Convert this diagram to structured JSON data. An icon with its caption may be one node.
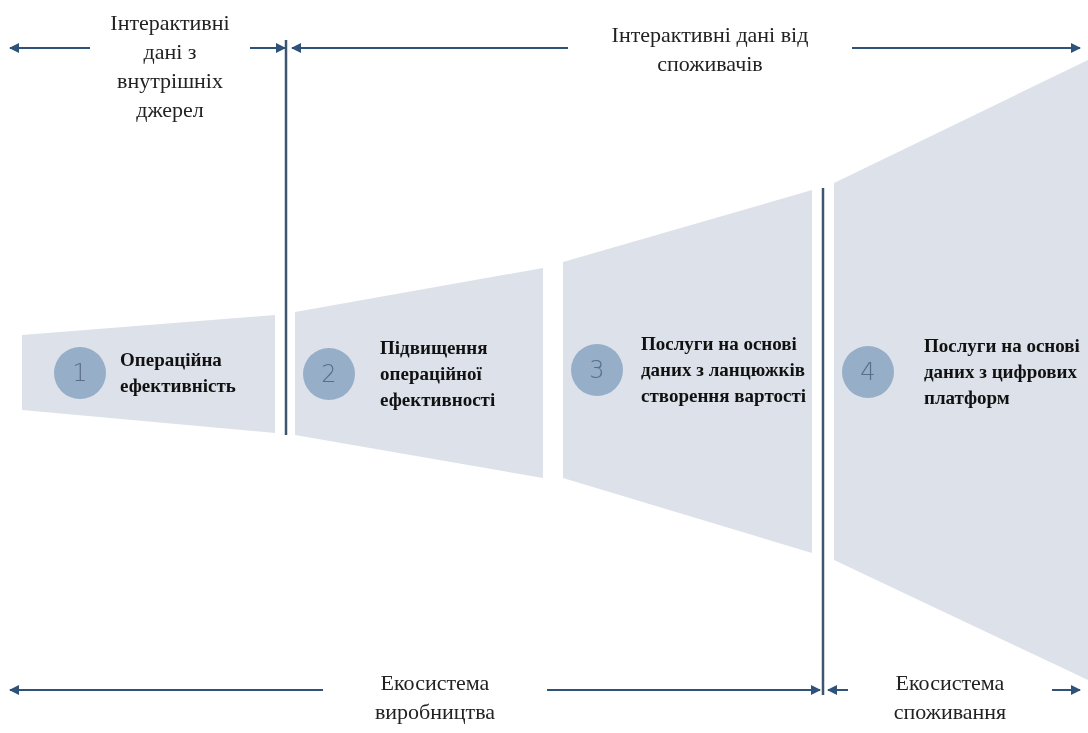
{
  "diagram": {
    "nodes": [
      {
        "text": [
          "1",
          "Операційна ефективність"
        ]
      },
      {
        "text": [
          "2",
          "Підвищення операційної ефективності"
        ]
      },
      {
        "text": [
          "3",
          "Послуги на основі даних з ланцюжків створення вартості"
        ]
      },
      {
        "text": [
          "4",
          "Послуги на основі даних з цифрових платформ"
        ]
      }
    ],
    "edges": [],
    "labels": [
      "Інтерактивні дані з внутрішніх джерел",
      "Інтерактивні дані від споживачів",
      "Екосистема виробництва",
      "Екосистема споживання"
    ]
  }
}
